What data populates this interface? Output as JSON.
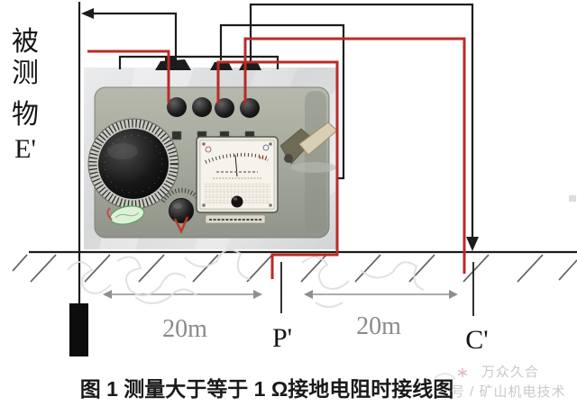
{
  "figure_caption": "图 1 测量大于等于 1 Ω接地电阻时接线图",
  "diagram": {
    "measured_object_chars": [
      "被",
      "测",
      "物"
    ],
    "measured_object_terminal": "E'",
    "potential_probe": "P'",
    "current_probe": "C'",
    "distance_e_to_p": "20m",
    "distance_p_to_c": "20m"
  },
  "watermark": {
    "brand": "万众久合",
    "account": "号 / 矿山机电技术"
  },
  "colors": {
    "wire_red": "#b92b27",
    "wire_black": "#1c1c1c",
    "dimension_gray": "#8f8f8f",
    "watermark_gray": "#c9c9c9",
    "panel_green_gray": "#a5a99c"
  }
}
